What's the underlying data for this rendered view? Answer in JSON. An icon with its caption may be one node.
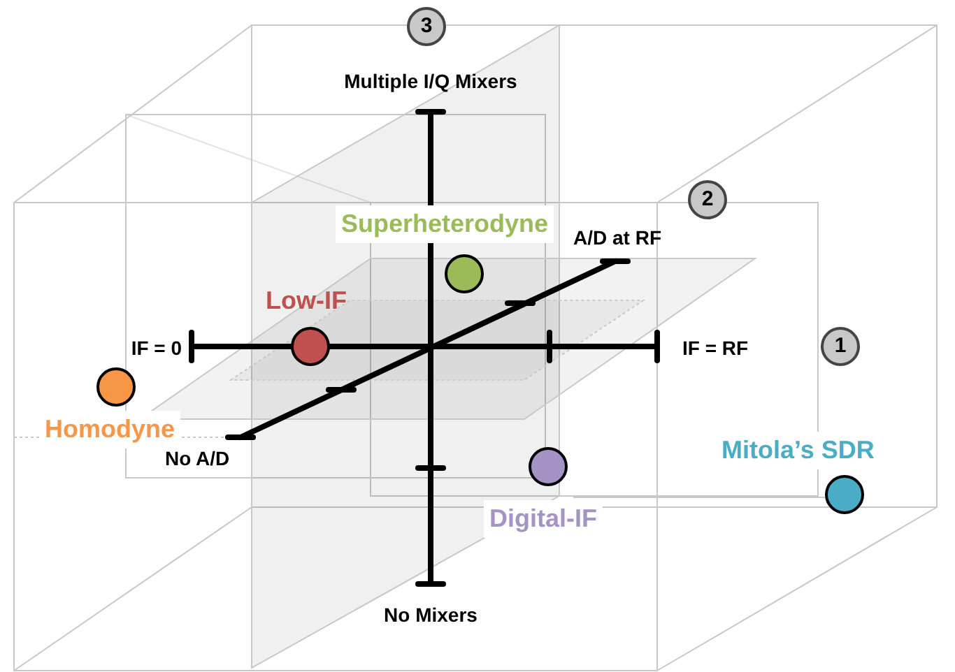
{
  "diagram": {
    "nodes": [
      {
        "text": [
          "3"
        ]
      },
      {
        "text": [
          "2"
        ]
      },
      {
        "text": [
          "1"
        ]
      },
      {
        "text": [],
        "shape": "circle",
        "beside": [
          "Superheterodyne"
        ]
      },
      {
        "text": [],
        "shape": "circle",
        "beside": [
          "Low-IF"
        ]
      },
      {
        "text": [],
        "shape": "circle",
        "beside": [
          "Homodyne"
        ]
      },
      {
        "text": [],
        "shape": "circle",
        "beside": [
          "Digital-IF"
        ]
      },
      {
        "text": [],
        "shape": "circle",
        "beside": [
          "Mitola’s SDR"
        ]
      }
    ],
    "labels": [
      "Multiple I/Q Mixers",
      "A/D at RF",
      "IF = 0",
      "IF = RF",
      "No A/D",
      "No Mixers"
    ]
  }
}
